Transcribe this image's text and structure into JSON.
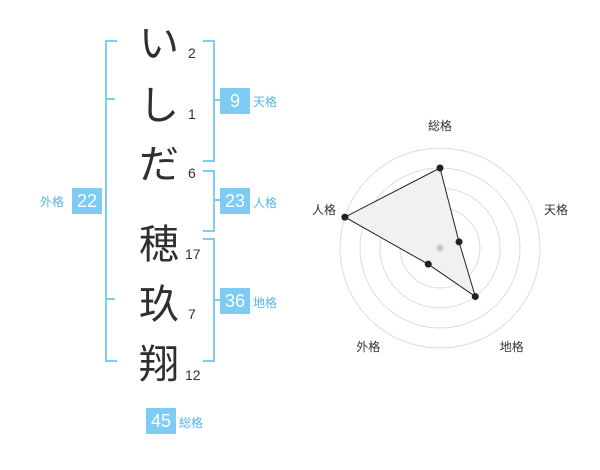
{
  "name": {
    "characters": [
      {
        "char": "い",
        "strokes": "2"
      },
      {
        "char": "し",
        "strokes": "1"
      },
      {
        "char": "だ",
        "strokes": "6"
      },
      {
        "char": "穂",
        "strokes": "17"
      },
      {
        "char": "玖",
        "strokes": "7"
      },
      {
        "char": "翔",
        "strokes": "12"
      }
    ]
  },
  "scores": {
    "tenkaku": {
      "value": "9",
      "label": "天格"
    },
    "jinkaku": {
      "value": "23",
      "label": "人格"
    },
    "chikaku": {
      "value": "36",
      "label": "地格"
    },
    "gaikaku": {
      "value": "22",
      "label": "外格"
    },
    "soukaku": {
      "value": "45",
      "label": "総格"
    }
  },
  "chart_data": {
    "type": "radar",
    "axes": [
      "総格",
      "天格",
      "地格",
      "外格",
      "人格"
    ],
    "values": [
      4,
      1,
      3,
      1,
      5
    ],
    "max": 5,
    "rings": 5,
    "colors": {
      "fill": "#f0f0f0",
      "line": "#222222",
      "ring": "#dddddd",
      "center": "#cccccc"
    }
  }
}
